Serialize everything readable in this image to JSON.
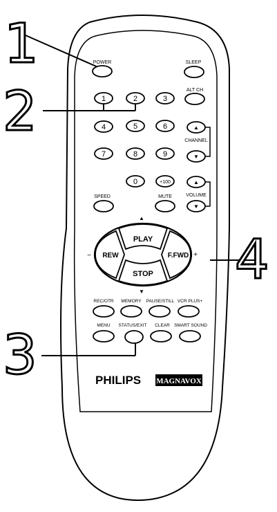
{
  "callouts": {
    "c1": "1",
    "c2": "2",
    "c3": "3",
    "c4": "4"
  },
  "labels": {
    "power": "POWER",
    "sleep": "SLEEP",
    "alt_ch": "ALT CH",
    "channel": "CHANNEL",
    "volume": "VOLUME",
    "speed": "SPEED",
    "mute": "MUTE",
    "rec_otr": "REC/OTR",
    "memory": "MEMORY",
    "pause_still": "PAUSE/STILL",
    "vcr_plus": "VCR PLUS+",
    "menu": "MENU",
    "status_exit": "STATUS/EXIT",
    "clear": "CLEAR",
    "smart_sound": "SMART SOUND",
    "play": "PLAY",
    "rew": "REW",
    "stop": "STOP",
    "ffwd": "F.FWD",
    "minus": "−",
    "plus": "+",
    "up": "▲",
    "down": "▼"
  },
  "digits": {
    "d1": "1",
    "d2": "2",
    "d3": "3",
    "d4": "4",
    "d5": "5",
    "d6": "6",
    "d7": "7",
    "d8": "8",
    "d9": "9",
    "d0": "0",
    "d100": "+100"
  },
  "brand": {
    "philips": "PHILIPS",
    "magnavox": "MAGNAVOX"
  }
}
